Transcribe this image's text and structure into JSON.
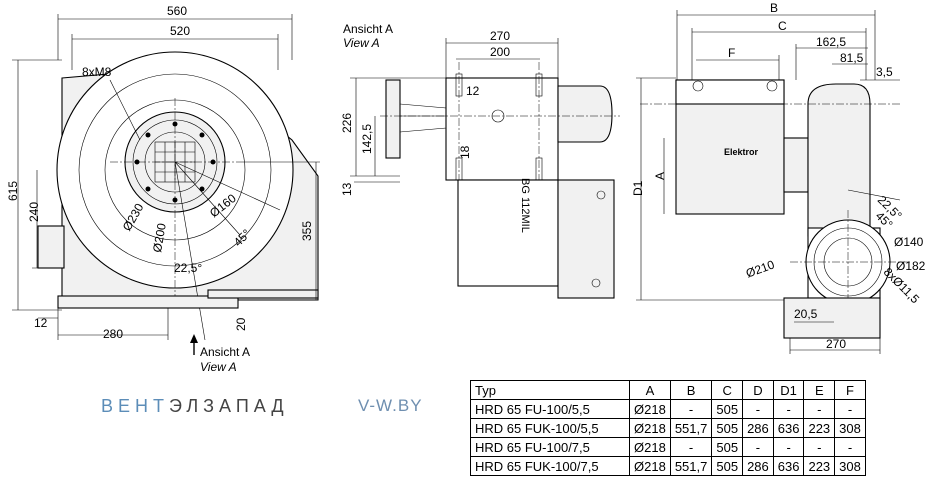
{
  "front_view": {
    "dims": {
      "overall_width": "560",
      "flange_width": "520",
      "holes": "8xM8",
      "height_total": "615",
      "height_240": "240",
      "height_355": "355",
      "left_12": "12",
      "base_280": "280",
      "base_20": "20",
      "dia_230": "Ø230",
      "dia_200": "Ø200",
      "dia_160": "Ø160",
      "angle_45": "45°",
      "angle_22_5": "22,5°"
    },
    "view_label": "Ansicht A",
    "view_label_en": "View A"
  },
  "side_view": {
    "title": "Ansicht A",
    "title_en": "View A",
    "dims": {
      "width_270": "270",
      "width_200": "200",
      "d_12": "12",
      "h_226": "226",
      "h_142_5": "142,5",
      "h_18": "18",
      "h_13": "13"
    },
    "motor_label": "BG 112MIL"
  },
  "right_view": {
    "dims": {
      "B": "B",
      "C": "C",
      "F": "F",
      "d_162_5": "162,5",
      "d_81_5": "81,5",
      "d_3_5": "3,5",
      "A": "A",
      "D1": "D1",
      "angle_22_5": "22,5°",
      "angle_45": "45°",
      "dia_140": "Ø140",
      "dia_182": "Ø182",
      "dia_210": "Ø210",
      "holes": "8xØ11,5",
      "d_20_5": "20,5",
      "d_270": "270"
    },
    "motor_label": "Elektror"
  },
  "branding": {
    "name_part1": "ВЕНТ",
    "name_part2": "ЭЛЗАПАД",
    "site": "V-W.BY"
  },
  "table": {
    "headers": [
      "Typ",
      "A",
      "B",
      "C",
      "D",
      "D1",
      "E",
      "F"
    ],
    "rows": [
      [
        "HRD 65 FU-100/5,5",
        "Ø218",
        "-",
        "505",
        "-",
        "-",
        "-",
        "-"
      ],
      [
        "HRD 65 FUK-100/5,5",
        "Ø218",
        "551,7",
        "505",
        "286",
        "636",
        "223",
        "308"
      ],
      [
        "HRD 65 FU-100/7,5",
        "Ø218",
        "-",
        "505",
        "-",
        "-",
        "-",
        "-"
      ],
      [
        "HRD 65 FUK-100/7,5",
        "Ø218",
        "551,7",
        "505",
        "286",
        "636",
        "223",
        "308"
      ]
    ]
  }
}
